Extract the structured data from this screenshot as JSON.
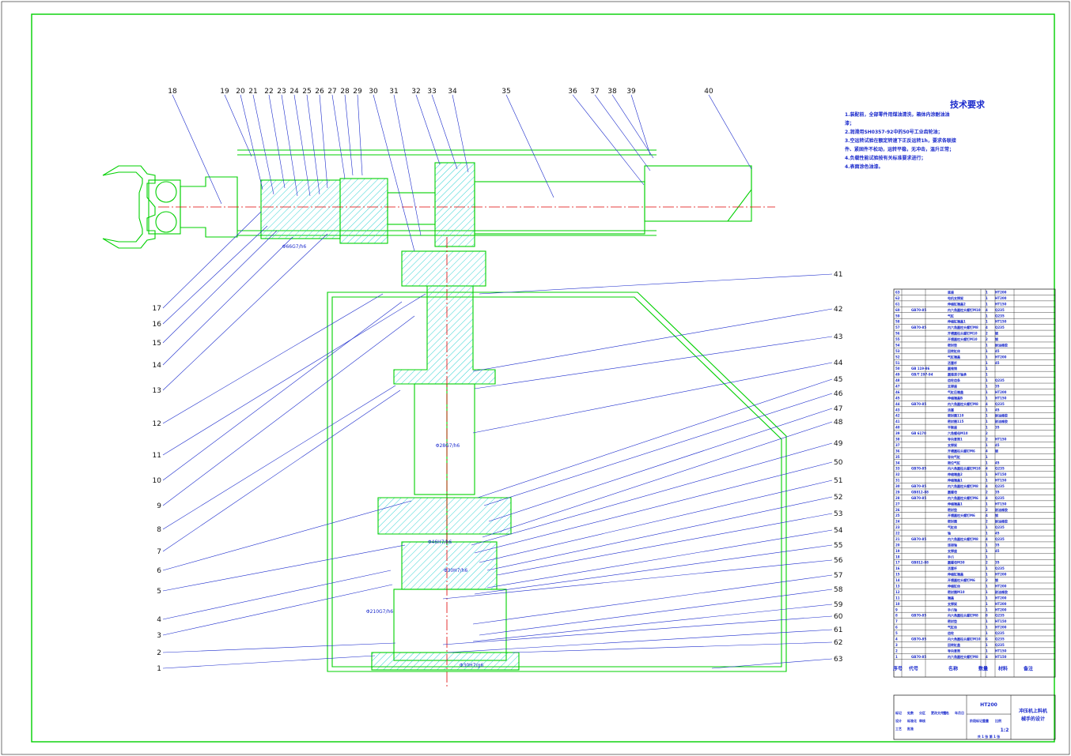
{
  "tech_requirements": {
    "title": "技术要求",
    "lines": [
      "1.装配前，全部零件用煤油清洗，箱体内涂耐油油",
      "漆；",
      "2.润滑用SH0357-92中的50号工业齿轮油；",
      "3.空运转试验在额定转速下正反运转1h，要求各联接",
      "件、紧固件不松动，运转平稳，无冲击，温升正常；",
      "4.负载性能试验按有关标准要求进行；",
      "4.表面涂色油漆。"
    ]
  },
  "callouts_top": [
    "18",
    "19",
    "20",
    "21",
    "22",
    "23",
    "24",
    "25",
    "26",
    "27",
    "28",
    "29",
    "30",
    "31",
    "32",
    "33",
    "34",
    "35",
    "36",
    "37",
    "38",
    "39",
    "40"
  ],
  "callouts_left": [
    "17",
    "16",
    "15",
    "14",
    "13",
    "12",
    "11",
    "10",
    "9",
    "8",
    "7",
    "6",
    "5",
    "4",
    "3",
    "2",
    "1"
  ],
  "callouts_right": [
    "41",
    "42",
    "43",
    "44",
    "45",
    "46",
    "47",
    "48",
    "49",
    "50",
    "51",
    "52",
    "53",
    "54",
    "55",
    "56",
    "57",
    "58",
    "59",
    "60",
    "61",
    "62",
    "63"
  ],
  "dimensions": [
    "Φ66G7/h6",
    "Φ28G7/h6",
    "Φ46H7/h6",
    "Φ30H7/h6",
    "Φ210G7/h6",
    "Φ30H7/g6"
  ],
  "parts_list": [
    {
      "no": "63",
      "code": "",
      "name": "底座",
      "qty": "1",
      "material": "HT200"
    },
    {
      "no": "62",
      "code": "",
      "name": "电机支撑架",
      "qty": "1",
      "material": "HT200"
    },
    {
      "no": "61",
      "code": "",
      "name": "伸缩缸端盖2",
      "qty": "1",
      "material": "HT150"
    },
    {
      "no": "60",
      "code": "GB70-85",
      "name": "内六角圆柱头螺钉M10",
      "qty": "4",
      "material": "Q235"
    },
    {
      "no": "59",
      "code": "",
      "name": "气缸",
      "qty": "1",
      "material": "Q235"
    },
    {
      "no": "58",
      "code": "",
      "name": "伸缩缸端盖1",
      "qty": "1",
      "material": "HT150"
    },
    {
      "no": "57",
      "code": "GB70-85",
      "name": "内六角圆柱头螺钉M8",
      "qty": "4",
      "material": "Q235"
    },
    {
      "no": "56",
      "code": "",
      "name": "开槽圆柱头螺钉M10",
      "qty": "2",
      "material": "钢"
    },
    {
      "no": "55",
      "code": "",
      "name": "开槽圆柱头螺钉M10",
      "qty": "2",
      "material": "钢"
    },
    {
      "no": "54",
      "code": "",
      "name": "密封垫",
      "qty": "1",
      "material": "耐油橡胶"
    },
    {
      "no": "53",
      "code": "",
      "name": "回转缸体",
      "qty": "1",
      "material": "45"
    },
    {
      "no": "52",
      "code": "",
      "name": "气缸端盖",
      "qty": "1",
      "material": "HT200"
    },
    {
      "no": "51",
      "code": "",
      "name": "活塞杆",
      "qty": "1",
      "material": "45"
    },
    {
      "no": "50",
      "code": "GB 119-86",
      "name": "圆锥销",
      "qty": "1",
      "material": ""
    },
    {
      "no": "49",
      "code": "GB/T 297-94",
      "name": "圆锥滚子轴承",
      "qty": "1",
      "material": ""
    },
    {
      "no": "48",
      "code": "",
      "name": "齿轮齿条",
      "qty": "1",
      "material": "Q235"
    },
    {
      "no": "47",
      "code": "",
      "name": "支撑座",
      "qty": "1",
      "material": "35"
    },
    {
      "no": "46",
      "code": "",
      "name": "气缸后端盖",
      "qty": "1",
      "material": "HT200"
    },
    {
      "no": "45",
      "code": "",
      "name": "伸缩端盖B",
      "qty": "1",
      "material": "HT150"
    },
    {
      "no": "44",
      "code": "GB70-85",
      "name": "内六角圆柱头螺钉M8",
      "qty": "4",
      "material": "Q235"
    },
    {
      "no": "43",
      "code": "",
      "name": "活塞",
      "qty": "1",
      "material": "45"
    },
    {
      "no": "42",
      "code": "",
      "name": "密封圈110",
      "qty": "1",
      "material": "耐油橡胶"
    },
    {
      "no": "41",
      "code": "",
      "name": "密封圈115",
      "qty": "1",
      "material": "耐油橡胶"
    },
    {
      "no": "40",
      "code": "",
      "name": "平衡座",
      "qty": "1",
      "material": "35"
    },
    {
      "no": "39",
      "code": "GB 6170",
      "name": "六角螺母M10",
      "qty": "2",
      "material": ""
    },
    {
      "no": "38",
      "code": "",
      "name": "导向套筒1",
      "qty": "2",
      "material": "HT150"
    },
    {
      "no": "37",
      "code": "",
      "name": "支撑架",
      "qty": "1",
      "material": "45"
    },
    {
      "no": "36",
      "code": "",
      "name": "开槽圆柱头螺钉M6",
      "qty": "4",
      "material": "钢"
    },
    {
      "no": "35",
      "code": "",
      "name": "导向气缸",
      "qty": "1",
      "material": ""
    },
    {
      "no": "34",
      "code": "",
      "name": "限位气缸",
      "qty": "1",
      "material": "45"
    },
    {
      "no": "33",
      "code": "GB70-85",
      "name": "内六角圆柱头螺钉M10",
      "qty": "4",
      "material": "Q235"
    },
    {
      "no": "32",
      "code": "",
      "name": "伸缩端盖2",
      "qty": "1",
      "material": "HT150"
    },
    {
      "no": "31",
      "code": "",
      "name": "伸缩端盖1",
      "qty": "1",
      "material": "HT150"
    },
    {
      "no": "30",
      "code": "GB70-85",
      "name": "内六角圆柱头螺钉M8",
      "qty": "4",
      "material": "Q235"
    },
    {
      "no": "29",
      "code": "GB812-88",
      "name": "圆螺母",
      "qty": "2",
      "material": "35"
    },
    {
      "no": "28",
      "code": "GB70-85",
      "name": "内六角圆柱头螺钉M6",
      "qty": "4",
      "material": "Q235"
    },
    {
      "no": "27",
      "code": "",
      "name": "伸缩端盖1",
      "qty": "1",
      "material": "HT150"
    },
    {
      "no": "26",
      "code": "",
      "name": "密封垫",
      "qty": "2",
      "material": "耐油橡胶"
    },
    {
      "no": "25",
      "code": "",
      "name": "开槽圆柱头螺钉M6",
      "qty": "4",
      "material": "钢"
    },
    {
      "no": "24",
      "code": "",
      "name": "密封圈",
      "qty": "2",
      "material": "耐油橡胶"
    },
    {
      "no": "23",
      "code": "",
      "name": "气缸体",
      "qty": "1",
      "material": "Q235"
    },
    {
      "no": "22",
      "code": "",
      "name": "轴",
      "qty": "1",
      "material": "45"
    },
    {
      "no": "21",
      "code": "GB70-85",
      "name": "内六角圆柱头螺钉M8",
      "qty": "4",
      "material": "Q235"
    },
    {
      "no": "20",
      "code": "",
      "name": "连接轴",
      "qty": "1",
      "material": "35"
    },
    {
      "no": "19",
      "code": "",
      "name": "支撑座",
      "qty": "1",
      "material": "45"
    },
    {
      "no": "18",
      "code": "",
      "name": "手爪",
      "qty": "1",
      "material": ""
    },
    {
      "no": "17",
      "code": "GB812-88",
      "name": "圆螺母M30",
      "qty": "2",
      "material": "35"
    },
    {
      "no": "16",
      "code": "",
      "name": "活塞杆",
      "qty": "1",
      "material": "Q235"
    },
    {
      "no": "15",
      "code": "",
      "name": "伸缩缸端盖",
      "qty": "1",
      "material": "HT200"
    },
    {
      "no": "14",
      "code": "",
      "name": "开槽圆柱头螺钉M6",
      "qty": "2",
      "material": "钢"
    },
    {
      "no": "13",
      "code": "",
      "name": "伸缩缸体",
      "qty": "1",
      "material": "HT200"
    },
    {
      "no": "12",
      "code": "",
      "name": "密封圈M10",
      "qty": "1",
      "material": "耐油橡胶"
    },
    {
      "no": "11",
      "code": "",
      "name": "端盖",
      "qty": "1",
      "material": "HT200"
    },
    {
      "no": "10",
      "code": "",
      "name": "支撑架",
      "qty": "1",
      "material": "HT200"
    },
    {
      "no": "9",
      "code": "",
      "name": "手爪轴",
      "qty": "1",
      "material": "HT200"
    },
    {
      "no": "8",
      "code": "GB70-85",
      "name": "内六角圆柱头螺钉M8",
      "qty": "8",
      "material": "Q235"
    },
    {
      "no": "7",
      "code": "",
      "name": "密封垫",
      "qty": "1",
      "material": "HT150"
    },
    {
      "no": "6",
      "code": "",
      "name": "气缸体",
      "qty": "1",
      "material": "HT200"
    },
    {
      "no": "5",
      "code": "",
      "name": "齿轮",
      "qty": "1",
      "material": "Q235"
    },
    {
      "no": "4",
      "code": "GB70-85",
      "name": "内六角圆柱头螺钉M10",
      "qty": "6",
      "material": "Q235"
    },
    {
      "no": "3",
      "code": "",
      "name": "回转缸盖",
      "qty": "1",
      "material": "Q235"
    },
    {
      "no": "2",
      "code": "",
      "name": "导向套筒",
      "qty": "1",
      "material": "HT150"
    },
    {
      "no": "1",
      "code": "GB70-85",
      "name": "内六角圆柱头螺钉M8",
      "qty": "4",
      "material": "HT150"
    }
  ],
  "parts_header": [
    "序号",
    "代号",
    "名称",
    "数量",
    "材料",
    "备注"
  ],
  "title_block": {
    "material": "HT200",
    "title": "冲压机上料机械手的设计",
    "scale": "1:2",
    "sheet": "共 1 张 第 1 张",
    "fields": [
      "标记",
      "处数",
      "分区",
      "更改文件号",
      "签名",
      "年月日",
      "设计",
      "标准化",
      "审核",
      "工艺",
      "批准"
    ],
    "stage_labels": [
      "阶段标记",
      "重量",
      "比例"
    ]
  },
  "colors": {
    "green": "#00d000",
    "blue": "#1a2acc",
    "red": "#e00000",
    "hatch": "#00c8c8",
    "black": "#111111"
  }
}
